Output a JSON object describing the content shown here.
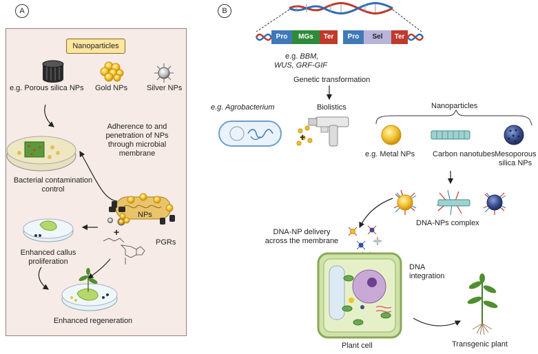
{
  "panel_a": {
    "letter": "A",
    "nanoparticles_title": "Nanoparticles",
    "np_labels": [
      "e.g. Porous silica NPs",
      "Gold NPs",
      "Silver NPs"
    ],
    "adherence_text": [
      "Adherence to and",
      "penetration of NPs",
      "through microbial",
      "membrane"
    ],
    "bacterial_control": [
      "Bacterial contamination",
      "control"
    ],
    "nps_label": "NPs",
    "plus": "+",
    "pgrs_label": "PGRs",
    "callus_text": [
      "Enhanced callus",
      "proliferation"
    ],
    "regeneration_text": "Enhanced regeneration"
  },
  "panel_b": {
    "letter": "B",
    "cassette": [
      {
        "label": "Pro",
        "color": "#3f79b8"
      },
      {
        "label": "MGs",
        "color": "#2e8b3a"
      },
      {
        "label": "Ter",
        "color": "#c0392b"
      },
      {
        "label": "Pro",
        "color": "#3f79b8"
      },
      {
        "label": "Sel",
        "color": "#b7b3d9"
      },
      {
        "label": "Ter",
        "color": "#c0392b"
      }
    ],
    "eg_prefix": "e.g.",
    "eg_genes_line1": "BBM,",
    "eg_genes_line2": "WUS, GRF-GIF",
    "genetic_transformation": "Genetic transformation",
    "agrobacterium": "e.g. Agrobacterium",
    "biolistics": "Biolistics",
    "plus": "+",
    "nanoparticles": "Nanoparticles",
    "metal_nps": "e.g. Metal NPs",
    "carbon_nanotubes": "Carbon nanotubes",
    "mesoporous": [
      "Mesoporous",
      "silica NPs"
    ],
    "dna_np_complex": "DNA-NPs complex",
    "dna_np_delivery": [
      "DNA-NP delivery",
      "across the membrane"
    ],
    "dna_integration": [
      "DNA",
      "integration"
    ],
    "plant_cell": "Plant cell",
    "transgenic_plant": "Transgenic plant"
  },
  "colors": {
    "panel_bg": "#f6ebe6",
    "gold": "#f2c12e",
    "dna_red": "#c0392b",
    "dna_blue": "#2f6db5",
    "cell_green": "#a9c77a",
    "navy_np": "#3a4f8f"
  }
}
